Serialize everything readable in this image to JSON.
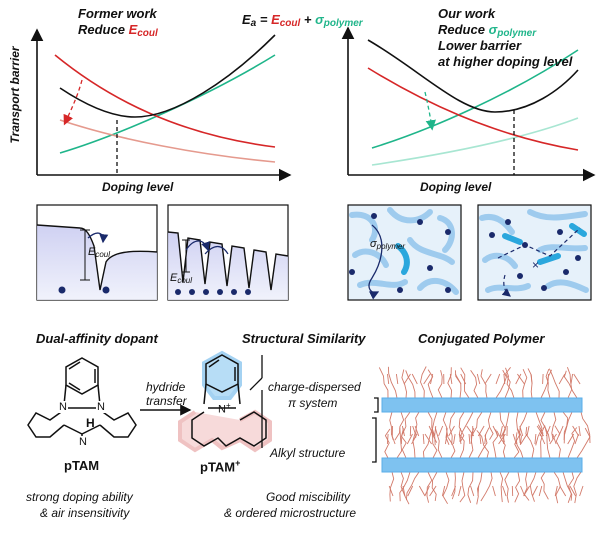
{
  "top_left": {
    "title_line1": "Former work",
    "title_prefix": "Reduce ",
    "title_E": "E",
    "title_sub": "coul",
    "y_axis_label": "Transport barrier",
    "x_axis_label": "Doping level"
  },
  "equation": {
    "lhs_E": "E",
    "lhs_sub": "a",
    "equals": " = ",
    "term1_E": "E",
    "term1_sub": "coul",
    "plus": " + ",
    "term2_sigma": "σ",
    "term2_sub": "polymer"
  },
  "top_right": {
    "line1": "Our work",
    "line2_prefix": "Reduce ",
    "line2_sigma": "σ",
    "line2_sub": "polymer",
    "line3": "Lower barrier",
    "line4": "at higher doping level",
    "x_axis_label": "Doping level"
  },
  "insets": {
    "ecoul_E": "E",
    "ecoul_sub": "coul",
    "sigma": "σ",
    "sigma_sub": "polymer",
    "cross_mark": "×"
  },
  "bottom": {
    "dopant_title": "Dual-affinity  dopant",
    "similarity_title": "Structural Similarity",
    "polymer_title": "Conjugated  Polymer",
    "hydride_line1": "hydride",
    "hydride_line2": "transfer",
    "ptam_label": "pTAM",
    "ptam_plus_label": "pTAM",
    "ptam_plus_sup": "+",
    "atom_N": "N",
    "atom_H": "H",
    "atom_Nplus": "N",
    "atom_plus": "+",
    "charge_line1": "charge-dispersed",
    "charge_line2": "π system",
    "alkyl": "Alkyl structure",
    "strong_line1": "strong doping ability",
    "strong_line2": "& air insensitivity",
    "good_line1": "Good miscibility",
    "good_line2": "& ordered microstructure"
  },
  "colors": {
    "red": "#d62728",
    "teal": "#1fb58a",
    "blue": "#5aaee8",
    "pink": "#e59a9a"
  }
}
